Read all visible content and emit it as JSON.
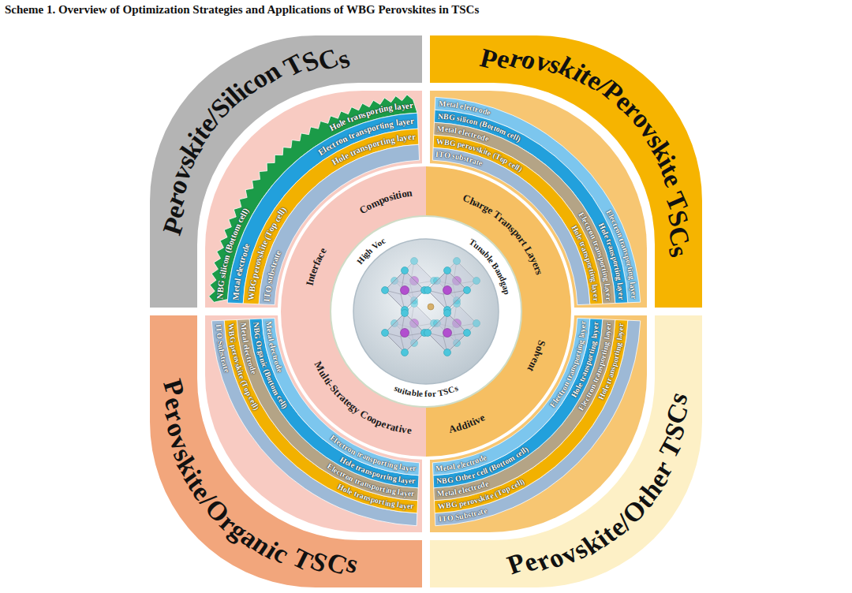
{
  "diagram": {
    "title": "Scheme 1. Overview of Optimization Strategies and Applications of WBG Perovskites in TSCs",
    "nodes": [
      {
        "text": [
          "Perovskite/Silicon TSCs"
        ]
      },
      {
        "text": [
          "NBG silicon (Bottom cell)",
          "Hole transporting layer"
        ]
      },
      {
        "text": [
          "Metal electrode",
          "Electron transporting layer"
        ]
      },
      {
        "text": [
          "WBG perovskite (Top cell)",
          "Hole transporting layer"
        ]
      },
      {
        "text": [
          "ITO substrate"
        ]
      },
      {
        "text": [
          "Perovskite/Perovskite TSCs"
        ]
      },
      {
        "text": [
          "Metal electrode",
          "Electron transporting layer"
        ]
      },
      {
        "text": [
          "NBG silicon (Bottom cell)",
          "Hole transporting layer"
        ]
      },
      {
        "text": [
          "Metal electrode",
          "Electron transporting layer"
        ]
      },
      {
        "text": [
          "WBG perovskite (Top cell)",
          "Hole transporting layer"
        ]
      },
      {
        "text": [
          "ITO substrate"
        ]
      },
      {
        "text": [
          "Perovskite/Organic TSCs"
        ]
      },
      {
        "text": [
          "ITO Substrate"
        ]
      },
      {
        "text": [
          "WBG perovskite (Top cell)",
          "Hole transporting layer"
        ]
      },
      {
        "text": [
          "Metal electrode",
          "Electron transporting layer"
        ]
      },
      {
        "text": [
          "NBG Organic (Bottom cell)",
          "Hole transporting layer"
        ]
      },
      {
        "text": [
          "Metal electrode",
          "Electron transporting layer"
        ]
      },
      {
        "text": [
          "Perovskite/Other TSCs"
        ]
      },
      {
        "text": [
          "ITO Substrate"
        ]
      },
      {
        "text": [
          "WBG perovskite (Top cell)",
          "Hole transporting layer"
        ]
      },
      {
        "text": [
          "Metal electrode",
          "Electron transporting layer"
        ]
      },
      {
        "text": [
          "NBG Other cell (Bottom cell)",
          "Hole transporting layer"
        ]
      },
      {
        "text": [
          "Metal electrode",
          "Electron transporting layer"
        ]
      }
    ],
    "labels": [
      "Composition",
      "Charge Transport Layers",
      "Solvent",
      "Additive",
      "Multi-Strategy Cooperative",
      "Interface",
      "High Voc",
      "Tunable Bandgap",
      "suitable for TSCs"
    ]
  }
}
